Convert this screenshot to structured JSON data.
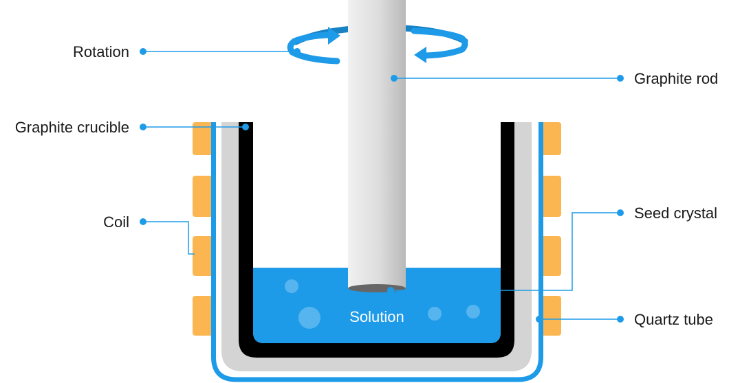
{
  "labels": {
    "rotation": "Rotation",
    "graphite_crucible": "Graphite crucible",
    "coil": "Coil",
    "graphite_rod": "Graphite rod",
    "seed_crystal": "Seed crystal",
    "quartz_tube": "Quartz tube",
    "solution": "Solution"
  },
  "colors": {
    "quartz_tube": "#1e9be8",
    "crucible_wall": "#000000",
    "liner": "#d4d4d4",
    "solution": "#1e9be8",
    "coil": "#fbb651",
    "rod": "#e2e2e2",
    "leader": "#1e9be8",
    "rotation_arrow": "#1e9be8"
  }
}
